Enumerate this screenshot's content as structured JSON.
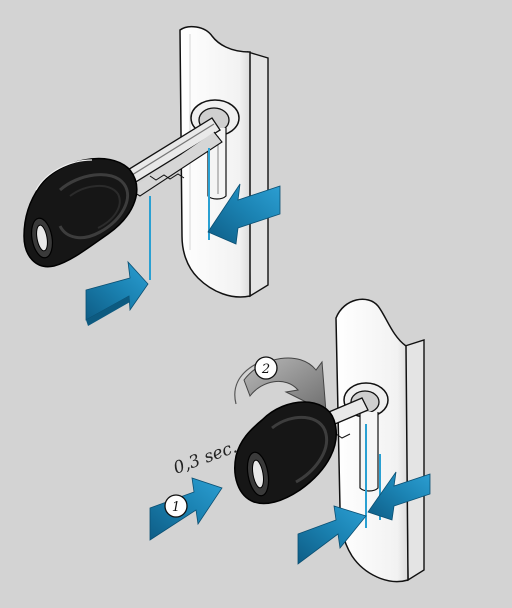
{
  "background_color": "#d3d3d3",
  "colors": {
    "arrow_blue": "#1b83b3",
    "arrow_blue_dark": "#13658c",
    "guide_line": "#2aa0d2",
    "key_black": "#161616",
    "plate_white": "#f6f6f6",
    "rotate_gray": "#8d8d8d"
  },
  "figures": [
    {
      "id": "insert",
      "icons": [
        "door-handle-plate",
        "lock-cylinder",
        "remote-key",
        "push-arrow",
        "press-arrow"
      ]
    },
    {
      "id": "turn",
      "icons": [
        "door-handle-plate",
        "lock-cylinder",
        "remote-key",
        "push-arrow",
        "rotate-arrow",
        "press-arrow"
      ],
      "time_label": "0,3 sec.",
      "step_push": "1",
      "step_rotate": "2"
    }
  ]
}
